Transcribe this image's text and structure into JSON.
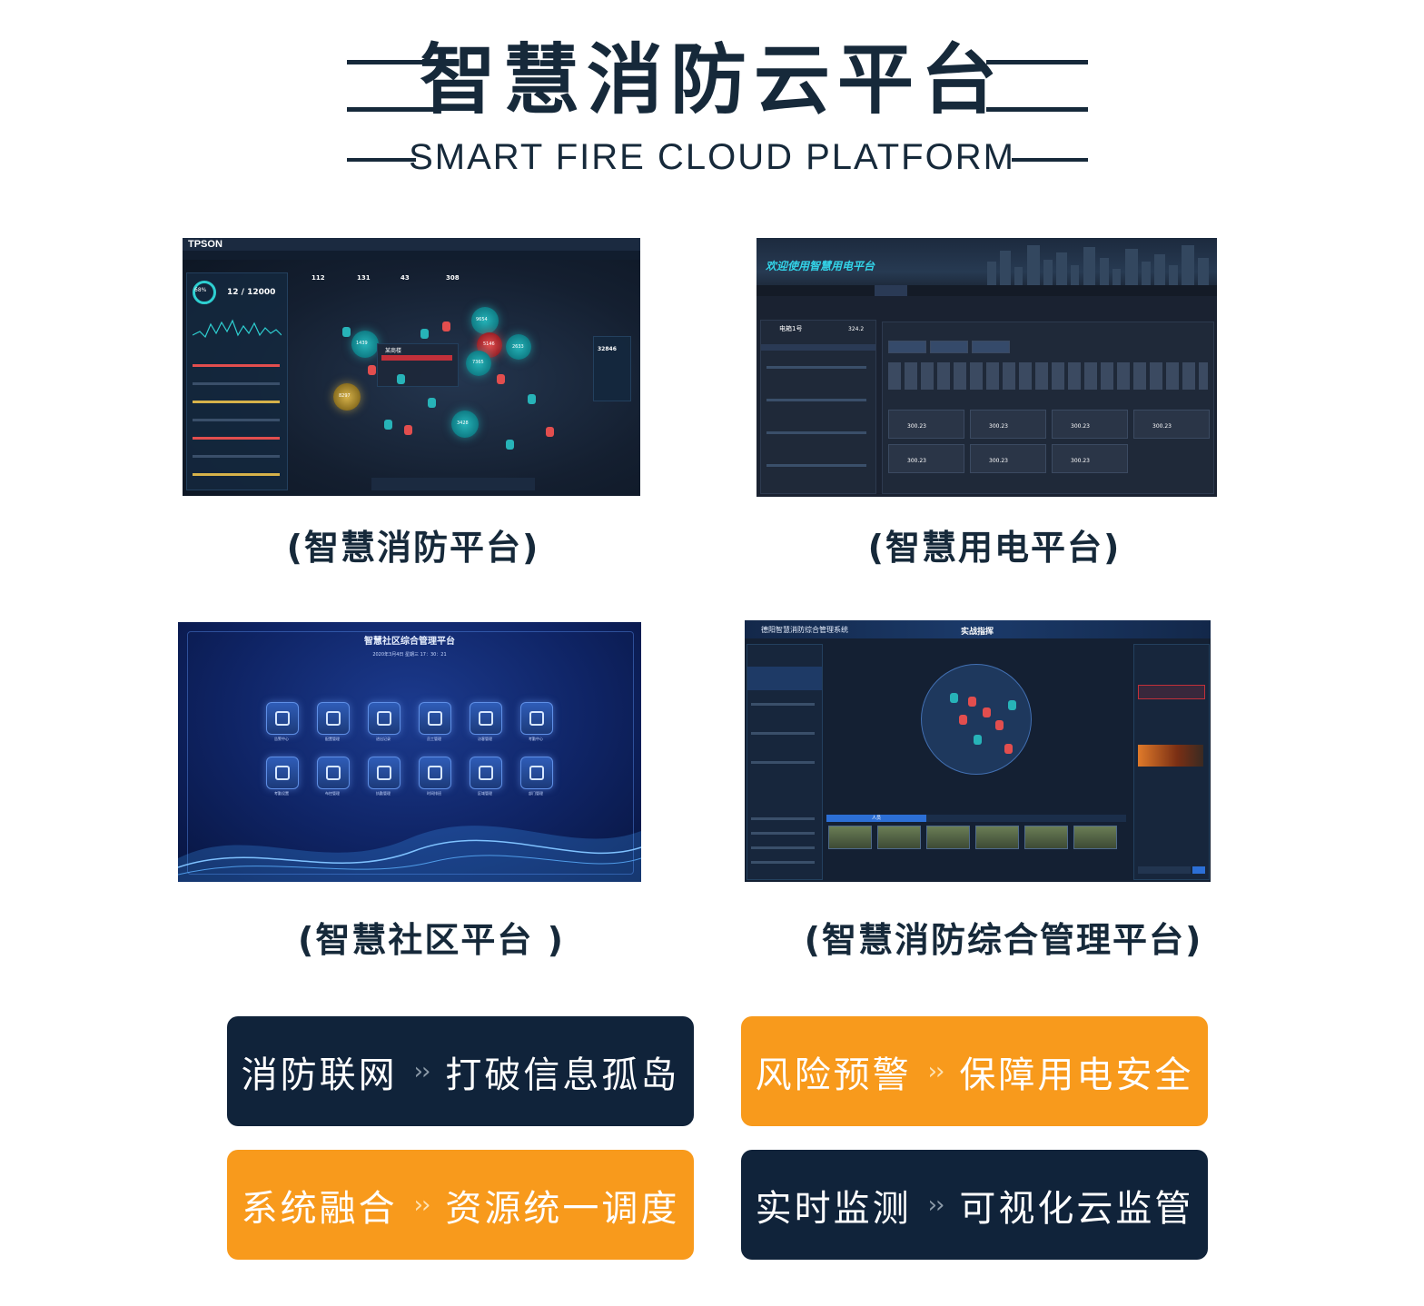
{
  "header": {
    "title": "智慧消防云平台",
    "subtitle": "SMART FIRE CLOUD PLATFORM"
  },
  "platforms": [
    {
      "caption": "(智慧消防平台)",
      "logo": "TPSON",
      "stats": [
        "112",
        "131",
        "43",
        "308"
      ],
      "gauge": "68%",
      "counter": "12 / 12000",
      "bubbles": [
        "1439",
        "9654",
        "5146",
        "2633",
        "7365",
        "8297",
        "3428"
      ],
      "popup_title": "某商楼",
      "side_total": "32846"
    },
    {
      "caption": "(智慧用电平台)",
      "banner": "欢迎使用智慧用电平台",
      "device": "电箱1号",
      "device_value": "324.2",
      "reading": "300.23"
    },
    {
      "caption": "(智慧社区平台 )",
      "title": "智慧社区综合管理平台",
      "datetime": "2020年3月4日  星期三  17：30：21",
      "icons": [
        "告警中心",
        "配置管理",
        "进出记录",
        "员工管理",
        "访客管理",
        "考勤中心",
        "考勤设置",
        "布控管理",
        "执勤管理",
        "时间排班",
        "区域管理",
        "部门管理"
      ]
    },
    {
      "caption": "(智慧消防综合管理平台)",
      "system_title": "德阳智慧消防综合管理系统",
      "center_title": "实战指挥",
      "tab_label": "人员"
    }
  ],
  "features": [
    {
      "left": "消防联网",
      "sep": "››",
      "right": "打破信息孤岛",
      "color": "#10233a"
    },
    {
      "left": "风险预警",
      "sep": "››",
      "right": "保障用电安全",
      "color": "#f89a1c"
    },
    {
      "left": "系统融合",
      "sep": "››",
      "right": "资源统一调度",
      "color": "#f89a1c"
    },
    {
      "left": "实时监测",
      "sep": "››",
      "right": "可视化云监管",
      "color": "#10233a"
    }
  ]
}
